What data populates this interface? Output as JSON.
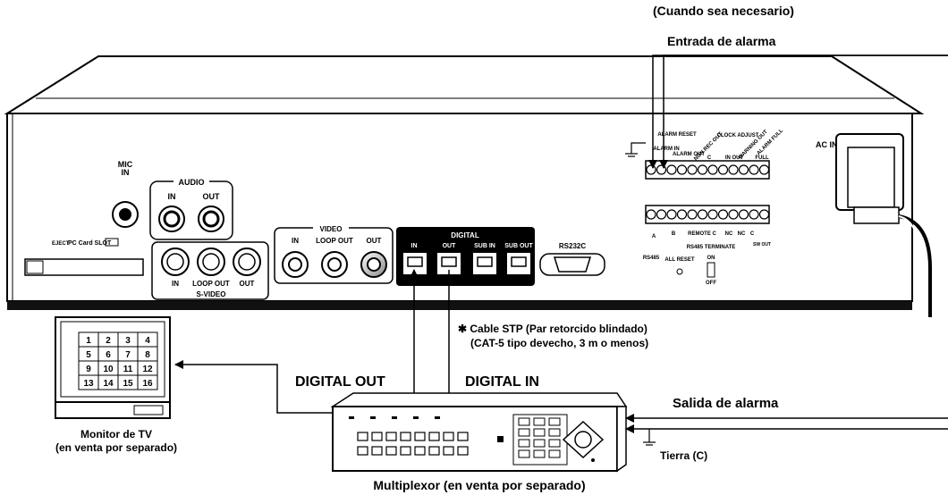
{
  "labels": {
    "cuando": "(Cuando sea necesario)",
    "entrada": "Entrada de alarma",
    "cable1": "✱ Cable STP (Par retorcido blindado)",
    "cable2": "(CAT-5 tipo devecho, 3 m o menos)",
    "digital_out": "DIGITAL OUT",
    "digital_in": "DIGITAL IN",
    "salida": "Salida de alarma",
    "tierra": "Tierra (C)",
    "monitor1": "Monitor de TV",
    "monitor2": "(en venta por separado)",
    "multiplexor": "Multiplexor (en venta por separado)"
  },
  "panel": {
    "mic": "MIC",
    "mic_in": "IN",
    "audio": "AUDIO",
    "in": "IN",
    "out": "OUT",
    "loop_out": "LOOP OUT",
    "svideo": "S-VIDEO",
    "video": "VIDEO",
    "digital": "DIGITAL",
    "sub_in": "SUB IN",
    "sub_out": "SUB OUT",
    "rs232c": "RS232C",
    "pccard": "PC Card SLOT",
    "eject": "EJECT",
    "alarm_reset": "ALARM RESET",
    "alarm_in": "ALARM IN",
    "alarm_out": "ALARM OUT",
    "non_rec_out": "NON REC OUT",
    "clock_adjust": "CLOCK ADJUST",
    "c": "C",
    "in_out": "IN OUT",
    "warning_out": "WARNING OUT",
    "alarm_full": "ALARM FULL",
    "full": "FULL",
    "a": "A",
    "b": "B",
    "remote_c": "REMOTE C",
    "nc": "NC",
    "sw_out": "SW OUT",
    "rs485": "RS485",
    "all_reset": "ALL RESET",
    "rs485_terminate": "RS485 TERMINATE",
    "on": "ON",
    "off": "OFF",
    "ac_in": "AC IN ~"
  },
  "monitor_grid": [
    "1",
    "2",
    "3",
    "4",
    "5",
    "6",
    "7",
    "8",
    "9",
    "10",
    "11",
    "12",
    "13",
    "14",
    "15",
    "16"
  ]
}
